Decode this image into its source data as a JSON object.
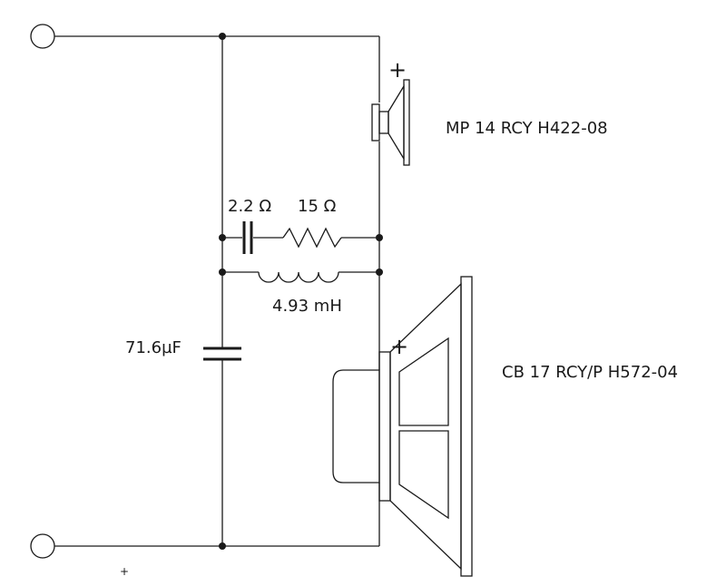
{
  "components": {
    "tweeter": {
      "label": "MP 14 RCY H422-08",
      "polarity": "+"
    },
    "woofer": {
      "label": "CB 17 RCY/P H572-04",
      "polarity": "+"
    },
    "capacitor_series": {
      "label": "2.2 Ω"
    },
    "resistor_series": {
      "label": "15 Ω"
    },
    "inductor": {
      "label": "4.93 mH"
    },
    "capacitor_shunt": {
      "label": "71.6µF"
    }
  },
  "stray_mark": "+"
}
